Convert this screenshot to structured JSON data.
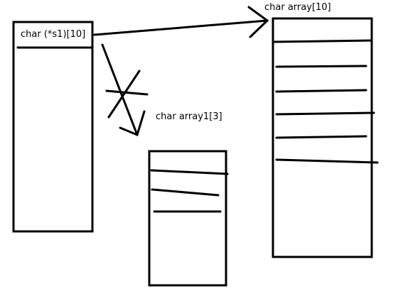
{
  "diagram": {
    "pointer_label": "char (*s1)[10]",
    "target_label": "char array[10]",
    "rejected_label": "char array1[3]",
    "stroke_color": "#000000",
    "background_color": "#ffffff"
  }
}
